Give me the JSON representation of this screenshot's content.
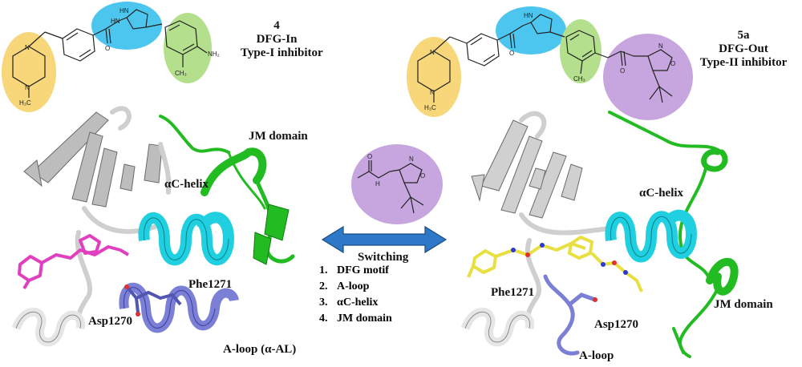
{
  "left_panel": {
    "compound_number": "4",
    "conformation": "DFG-In",
    "inhibitor_type": "Type-I inhibitor",
    "labels": {
      "jm_domain": "JM domain",
      "ac_helix": "αC-helix",
      "phe": "Phe1271",
      "asp": "Asp1270",
      "aloop": "A-loop (α-AL)"
    }
  },
  "right_panel": {
    "compound_number": "5a",
    "conformation": "DFG-Out",
    "inhibitor_type": "Type-II inhibitor",
    "labels": {
      "jm_domain": "JM domain",
      "ac_helix": "αC-helix",
      "phe": "Phe1271",
      "asp": "Asp1270",
      "aloop": "A-loop"
    }
  },
  "center": {
    "arrow_label": "Switching",
    "steps": [
      {
        "num": "1.",
        "text": "DFG motif"
      },
      {
        "num": "2.",
        "text": "A-loop"
      },
      {
        "num": "3.",
        "text": "αC-helix"
      },
      {
        "num": "4.",
        "text": "JM domain"
      }
    ]
  },
  "chem_atoms": {
    "nh": "HN",
    "n": "N",
    "hn_pyrazole": "HN",
    "nh2": "NH₂",
    "o": "O",
    "ch3": "CH₃",
    "h3c": "H₃C",
    "h": "H"
  },
  "colors": {
    "piperazine_highlight": "#f7d77a",
    "pyrazole_highlight": "#4cc6ee",
    "aniline_highlight": "#b4df8c",
    "isoxazole_highlight": "#c7a6df",
    "helix_cyan": "#20d0e0",
    "jm_green": "#22bb22",
    "aloop_blue": "#7b7fd6",
    "arrow_blue": "#2e78c8",
    "sheet_gray": "#b8b8b8",
    "ligand_magenta": "#e040c0",
    "ligand_yellow": "#e8e040"
  }
}
